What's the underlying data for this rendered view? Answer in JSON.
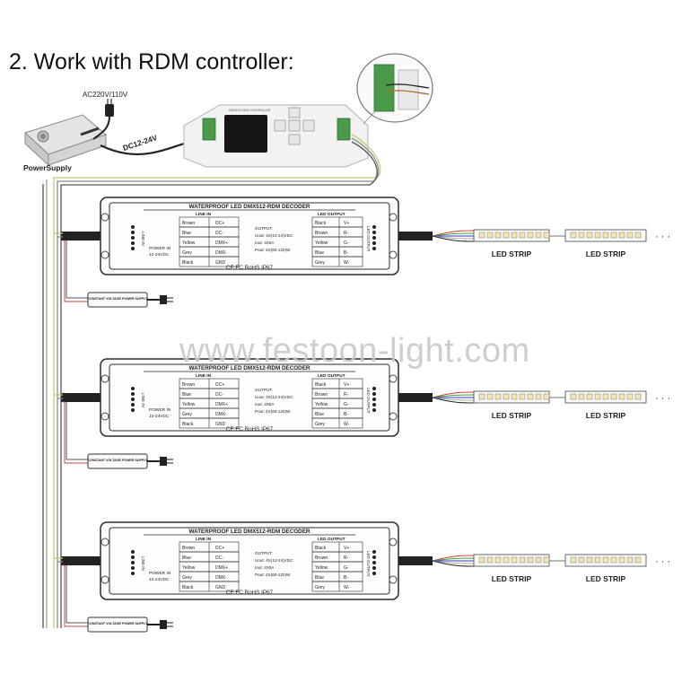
{
  "title": "2. Work with RDM controller:",
  "watermark": "www.festoon-light.com",
  "mains_label": "AC220V/110V",
  "dc_label": "DC12-24V",
  "power_supply_label": "PowerSupply",
  "controller_title": "DMX512-RDM CONTROLLER",
  "decoder": {
    "header": "WATERPROOF LED DMX512-RDM DECODER",
    "line_in_header": "LINE IN",
    "led_output_header": "LED OUTPUT",
    "line_in_side": "LINE IN",
    "led_output_side": "LED OUTPUT",
    "power_in": "POWER IN",
    "power_in_volt": "12-24VDC",
    "line_in_rows": [
      {
        "color": "Brown",
        "signal": "DC+"
      },
      {
        "color": "Blue",
        "signal": "DC-"
      },
      {
        "color": "Yellow",
        "signal": "DMX+"
      },
      {
        "color": "Grey",
        "signal": "DMX-"
      },
      {
        "color": "Black",
        "signal": "GND"
      }
    ],
    "led_output_rows": [
      {
        "color": "Black",
        "signal": "V+"
      },
      {
        "color": "Brown",
        "signal": "R-"
      },
      {
        "color": "Yellow",
        "signal": "G-"
      },
      {
        "color": "Blue",
        "signal": "B-"
      },
      {
        "color": "Grey",
        "signal": "W-"
      }
    ],
    "output_lines": [
      "OUTPUT:",
      "Uout: 4X(12-24)VDC",
      "Iout: 4X5A",
      "Pout: 4X(60-120)W"
    ],
    "certs": "CE FC RoHS IP67"
  },
  "psu_label": "CONSTANT VOLTAGE POWER SUPPLY",
  "strip_label": "LED STRIP",
  "ellipsis": "· · ·"
}
